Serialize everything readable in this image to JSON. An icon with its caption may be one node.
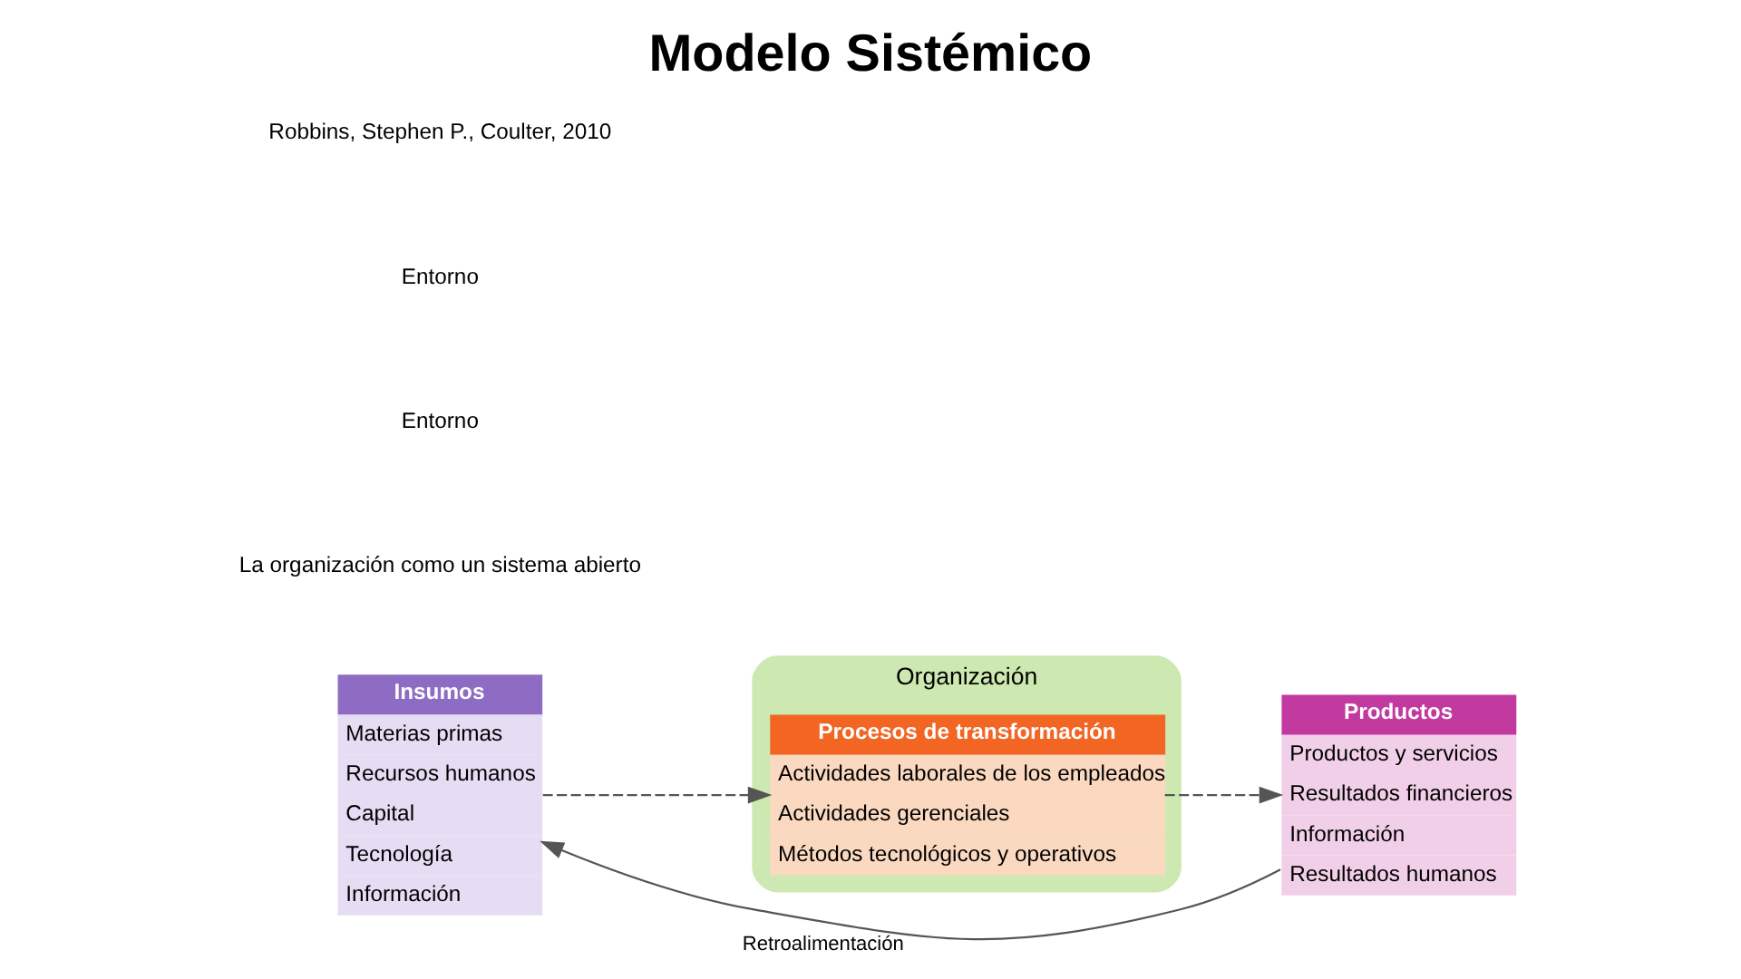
{
  "diagram": {
    "title": "Modelo Sistémico",
    "nodes": [
      {
        "text": [
          "Organización"
        ]
      },
      {
        "text": [
          "Insumos",
          "Materias primas",
          "Recursos humanos",
          "Capital",
          "Tecnología",
          "Información"
        ]
      },
      {
        "text": [
          "Procesos de transformación",
          "Actividades laborales de los empleados",
          "Actividades gerenciales",
          "Métodos tecnológicos y operativos"
        ],
        "in": 0
      },
      {
        "text": [
          "Productos",
          "Productos y servicios",
          "Resultados financieros",
          "Información",
          "Resultados humanos"
        ]
      }
    ],
    "edges": [
      {
        "from": 1,
        "to": 2,
        "arrow": "to",
        "style": "dashed"
      },
      {
        "from": 2,
        "to": 3,
        "arrow": "to",
        "style": "dashed"
      },
      {
        "from": 3,
        "to": 1,
        "arrow": "to",
        "label": "Retroalimentación"
      }
    ],
    "labels": [
      "La organización como un sistema abierto",
      "Entorno",
      "Entorno",
      "Robbins, Stephen P., Coulter, 2010"
    ]
  }
}
